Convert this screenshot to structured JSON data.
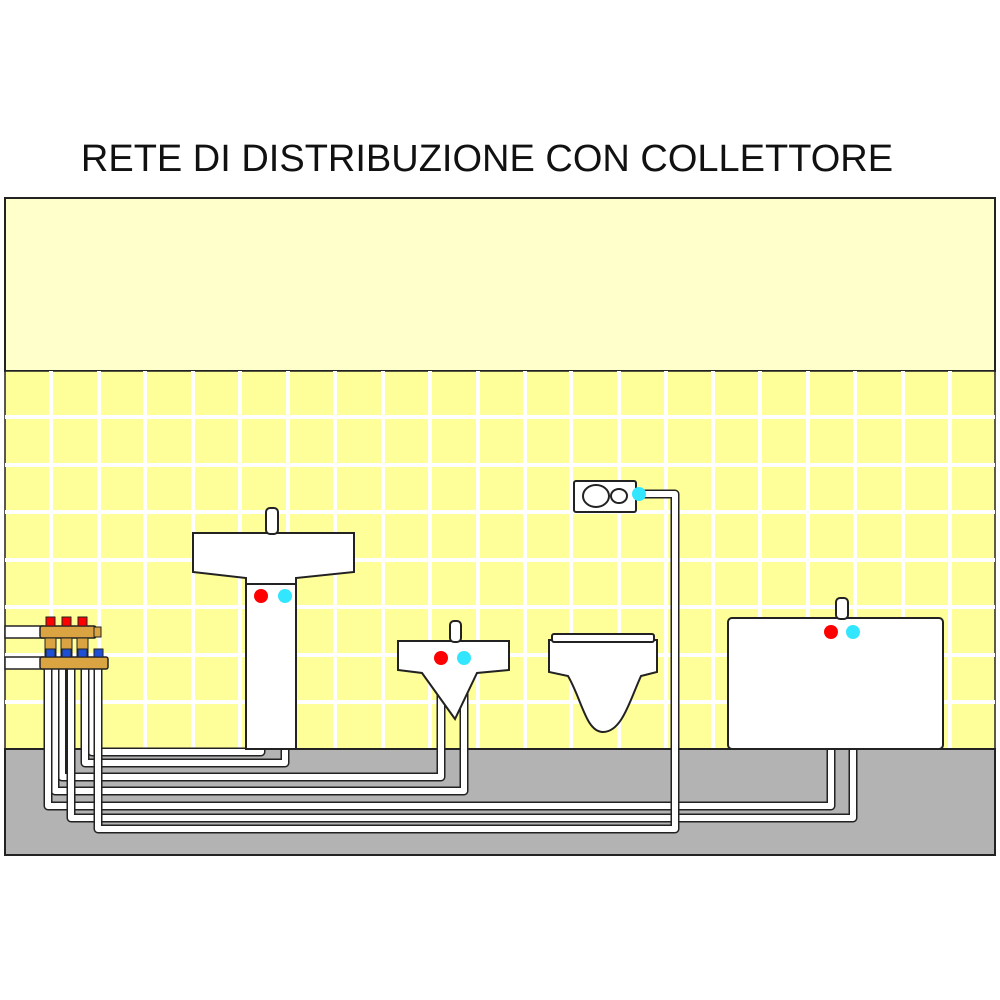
{
  "diagram": {
    "title": "RETE DI DISTRIBUZIONE CON COLLETTORE",
    "fixtures": [
      "washbasin",
      "bidet",
      "toilet",
      "bathtub"
    ],
    "colors": {
      "wall_upper": "#ffffcc",
      "tiles": "#ffff99",
      "floor": "#b3b3b3",
      "outline": "#222222",
      "pipe_fill": "#ffffff",
      "hot_water": "#ff0000",
      "cold_water": "#33e6ff",
      "manifold": "#d9a441"
    }
  }
}
